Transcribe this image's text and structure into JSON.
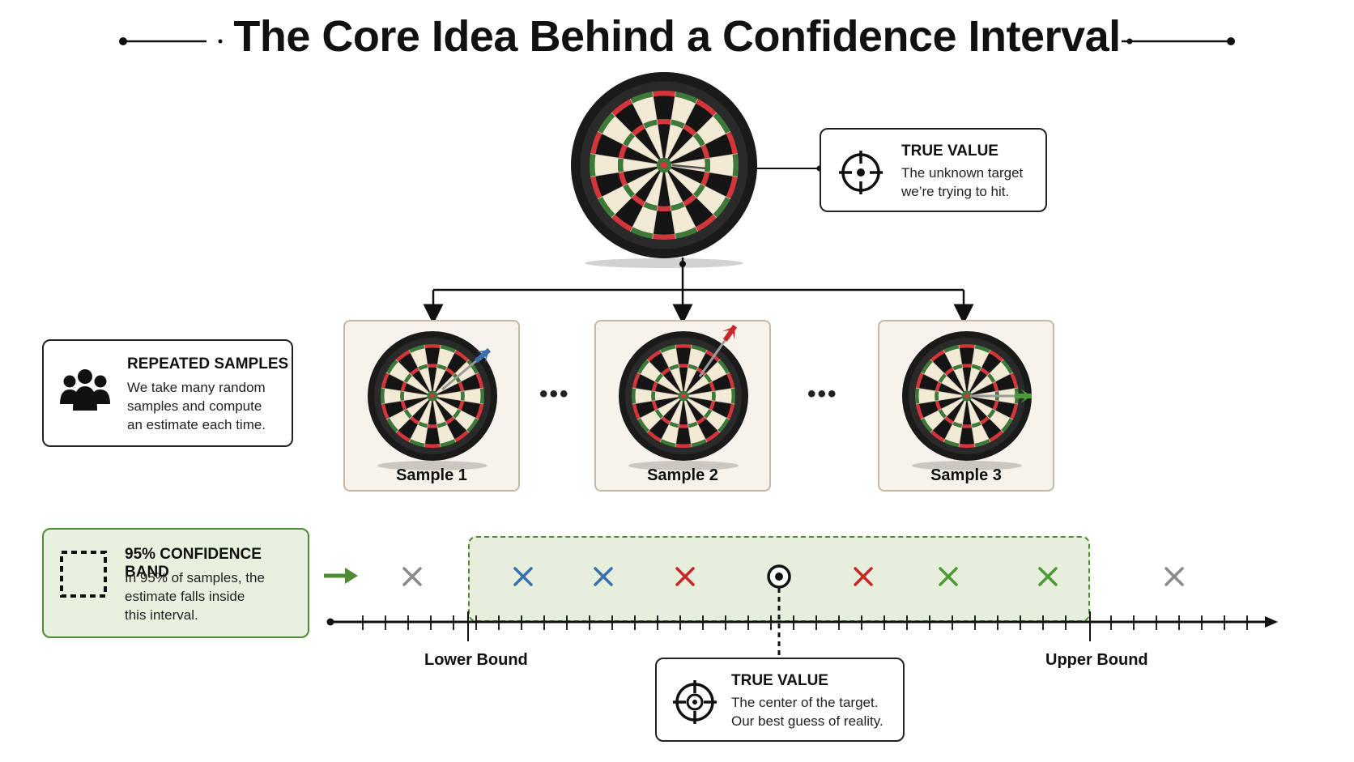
{
  "title": "The Core Idea Behind a Confidence Interval",
  "true_value_top": {
    "heading": "TRUE VALUE",
    "lines": [
      "The unknown target",
      "we’re trying to hit."
    ],
    "icon": "crosshair-icon"
  },
  "repeated_samples": {
    "heading": "REPEATED SAMPLES",
    "lines": [
      "We take many random",
      "samples and compute",
      "an estimate each time."
    ],
    "icon": "people-group-icon"
  },
  "samples": [
    {
      "label": "Sample 1",
      "dart_color": "#3a6fb0"
    },
    {
      "label": "Sample 2",
      "dart_color": "#c8262b"
    },
    {
      "label": "Sample 3",
      "dart_color": "#4f9a38"
    }
  ],
  "ellipsis": "•••",
  "confidence_band": {
    "heading": "95% CONFIDENCE BAND",
    "lines": [
      "In 95% of samples, the",
      "estimate falls inside",
      "this interval."
    ],
    "icon": "dashed-square-icon"
  },
  "axis": {
    "lower_label": "Lower Bound",
    "upper_label": "Upper Bound"
  },
  "estimate_marks": [
    {
      "color": "#8a8a8a",
      "inside": false
    },
    {
      "color": "#3a6fb0",
      "inside": true
    },
    {
      "color": "#3a6fb0",
      "inside": true
    },
    {
      "color": "#c8262b",
      "inside": true
    },
    {
      "color": "#c8262b",
      "inside": true
    },
    {
      "color": "#4f9a38",
      "inside": true
    },
    {
      "color": "#4f9a38",
      "inside": true
    },
    {
      "color": "#8a8a8a",
      "inside": false
    }
  ],
  "true_value_bottom": {
    "heading": "TRUE VALUE",
    "lines": [
      "The center of the target.",
      "Our best guess of reality."
    ],
    "icon": "crosshair-icon"
  },
  "colors": {
    "band_fill": "#e5efdb",
    "band_border": "#4f8a35",
    "board_red": "#d2353a",
    "board_green": "#3d7a3a",
    "board_black": "#141414",
    "board_cream": "#f3ead6"
  }
}
